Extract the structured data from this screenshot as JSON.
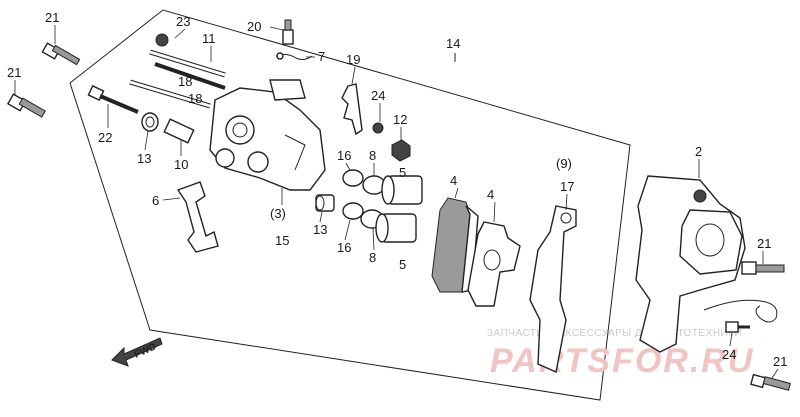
{
  "callouts": {
    "c21a": "21",
    "c21b": "21",
    "c23": "23",
    "c20": "20",
    "c7": "7",
    "c11": "11",
    "c18a": "18",
    "c18b": "18",
    "c19": "19",
    "c14": "14",
    "c24a": "24",
    "c12": "12",
    "c22": "22",
    "c13a": "13",
    "c10": "10",
    "c16a": "16",
    "c8a": "8",
    "c5a": "5",
    "c9": "(9)",
    "c17": "17",
    "c2": "2",
    "c4a": "4",
    "c4b": "4",
    "c6": "6",
    "c3": "(3)",
    "c15": "15",
    "c13b": "13",
    "c16b": "16",
    "c8b": "8",
    "c5b": "5",
    "c21c": "21",
    "c24b": "24",
    "c21d": "21"
  },
  "direction_marker": {
    "text": "FWD"
  },
  "watermark": {
    "small": "ЗАПЧАСТИ И АКСЕССУАРЫ ДЛЯ МОТОТЕХНИКИ",
    "big": "PARTSFOR.RU"
  },
  "colors": {
    "line": "#222222",
    "watermark_red": "#f3c2c2",
    "watermark_gray": "#c9c9c9"
  }
}
